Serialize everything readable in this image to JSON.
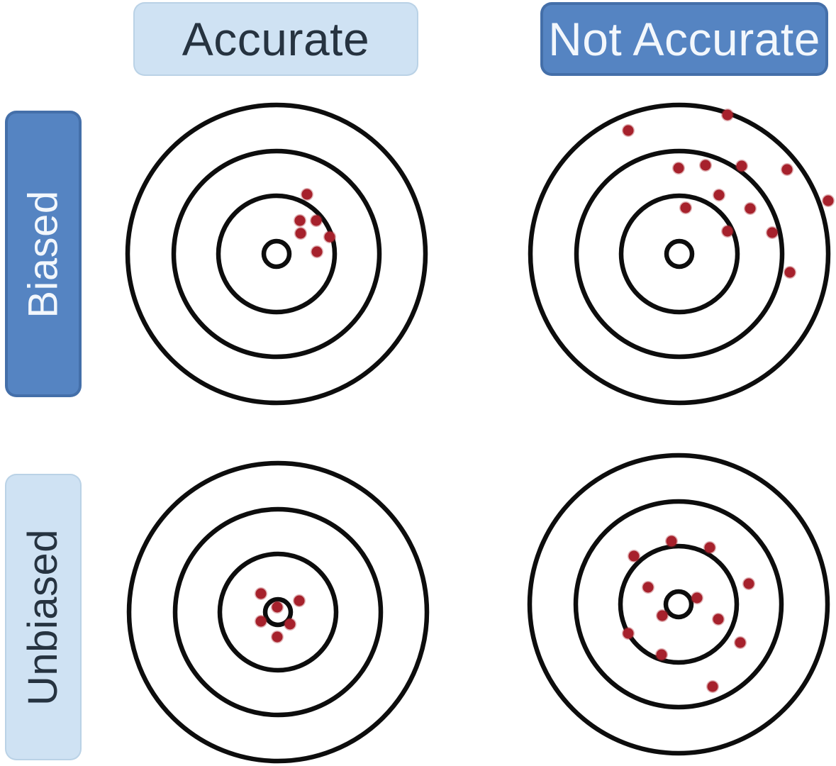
{
  "colors": {
    "light_blue": "#cfe2f3",
    "dark_blue": "#5584c2",
    "dark_text": "#263340",
    "light_text": "#f2f7fc",
    "ring": "#0d0d0d",
    "dot": "#a6212c"
  },
  "column_headers": [
    {
      "label": "Accurate",
      "variant": "light"
    },
    {
      "label": "Not Accurate",
      "variant": "dark"
    }
  ],
  "row_headers": [
    {
      "label": "Biased",
      "variant": "dark"
    },
    {
      "label": "Unbiased",
      "variant": "light"
    }
  ],
  "chart_data": {
    "type": "scatter",
    "description": "2x2 matrix of bullseye targets illustrating accuracy vs bias; red dots are shots, coordinates are pixel offsets from each target center (y down)",
    "ring_radii": [
      210,
      145,
      82,
      18
    ],
    "ring_stroke_width": 6.5,
    "dot_radius": 7.5,
    "targets": [
      {
        "id": "biased-accurate",
        "row": "Biased",
        "column": "Accurate",
        "center": [
          390,
          358
        ],
        "dots": [
          [
            43,
            -84
          ],
          [
            33,
            -47
          ],
          [
            56,
            -47
          ],
          [
            34,
            -29
          ],
          [
            75,
            -24
          ],
          [
            57,
            -3
          ]
        ]
      },
      {
        "id": "biased-not-accurate",
        "row": "Biased",
        "column": "Not Accurate",
        "center": [
          958,
          358
        ],
        "dots": [
          [
            68,
            -196
          ],
          [
            -72,
            -174
          ],
          [
            37,
            -125
          ],
          [
            -1,
            -121
          ],
          [
            88,
            -124
          ],
          [
            152,
            -119
          ],
          [
            56,
            -83
          ],
          [
            210,
            -75
          ],
          [
            9,
            -65
          ],
          [
            100,
            -64
          ],
          [
            68,
            -32
          ],
          [
            131,
            -30
          ],
          [
            156,
            26
          ]
        ]
      },
      {
        "id": "unbiased-accurate",
        "row": "Unbiased",
        "column": "Accurate",
        "center": [
          392,
          863
        ],
        "dots": [
          [
            -24,
            -26
          ],
          [
            30,
            -16
          ],
          [
            -1,
            -7
          ],
          [
            -24,
            13
          ],
          [
            17,
            17
          ],
          [
            -1,
            35
          ]
        ]
      },
      {
        "id": "unbiased-not-accurate",
        "row": "Unbiased",
        "column": "Not Accurate",
        "center": [
          957,
          852
        ],
        "dots": [
          [
            -10,
            -89
          ],
          [
            44,
            -80
          ],
          [
            -63,
            -68
          ],
          [
            -43,
            -24
          ],
          [
            99,
            -29
          ],
          [
            26,
            -9
          ],
          [
            -23,
            16
          ],
          [
            56,
            21
          ],
          [
            -71,
            41
          ],
          [
            87,
            54
          ],
          [
            -24,
            71
          ],
          [
            48,
            116
          ]
        ]
      }
    ]
  }
}
